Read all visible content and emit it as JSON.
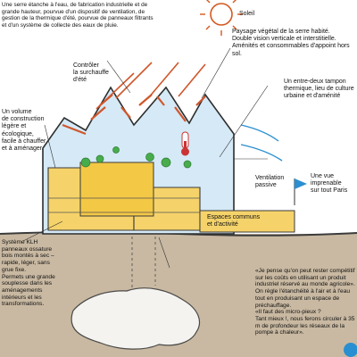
{
  "annotations": {
    "greenhouse_skin": "Une serre étanche à l'eau, de fabrication industrielle et de grande hauteur, pourvue d'un dispositif de ventilation, de gestion de la thermique d'été, pourvue de panneaux filtrants et d'un système de collecte des eaux de pluie.",
    "sun": "Soleil",
    "rooftop_garden": "Paysage végétal de la serre habité.\nDouble vision verticale et interstitielle.\nAménités et consommables d'appoint hors sol.",
    "summer_control": "Contrôler\nla surchauffe\nd'été",
    "buffer_space": "Un entre-deux tampon thermique, lieu de culture urbaine et d'aménité",
    "light_volume": "Un volume\nde construction\nlégère et\nécologique,\nfacile à chauffer\net à aménager.",
    "passive_ventilation": "Ventilation\npassive",
    "paris_view": "Une vue\nimprenable\nsur tout Paris",
    "shared_spaces": "Espaces communs\net d'activité",
    "klh_system": "Système KLH\npanneaux ossature\nbois montés à sec –\nrapide, léger, sans\ngrue fixe.\nPermets une grande\nsouplesse dans les\naménagements\nintérieurs et les\ntransformations.",
    "quote": "«Je pense qu'on peut rester compétitif sur les coûts en utilisant un produit industriel réservé au monde agricole».\nOn règle l'étanchéité à l'air et à l'eau tout en produisant un espace de préchauffage.\n«Il faut des micro-pieux ?\nTant mieux !, nous ferons circuler à 35 m de profondeur les réseaux de la pompe à chaleur»."
  },
  "colors": {
    "ground": "#c9b9a2",
    "building": "#f5d36a",
    "glass": "#d5e9f6",
    "roof_lines": "#d0562a",
    "green": "#47ad4c",
    "water": "#2a8fd0"
  }
}
